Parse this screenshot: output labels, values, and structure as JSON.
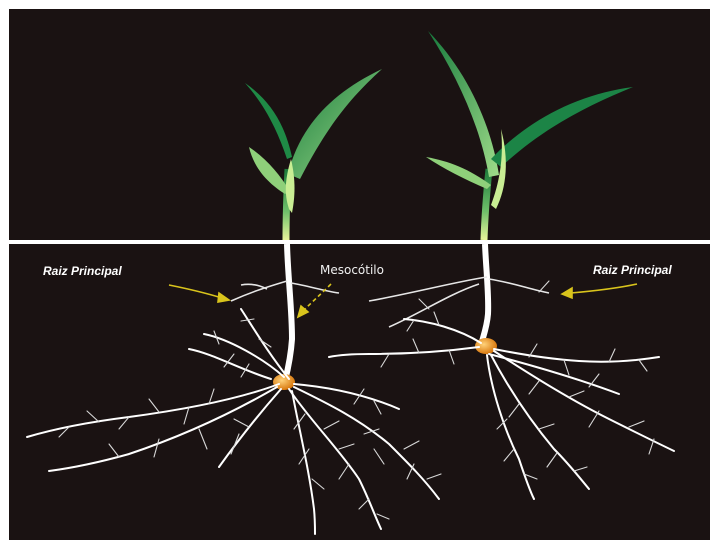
{
  "labels": {
    "root_left": "Raiz Principal",
    "mesocotyl": "Mesocótilo",
    "root_right": "Raiz Principal"
  },
  "colors": {
    "background": "#1a1212",
    "soil_line": "#ffffff",
    "roots": "#ffffff",
    "seed": "#e08a1c",
    "arrow": "#d9c41c",
    "leaf_dark": "#1c7a3a",
    "leaf_light": "#d6f08a"
  },
  "icons": [
    "corn-seedling",
    "seed",
    "arrow"
  ]
}
